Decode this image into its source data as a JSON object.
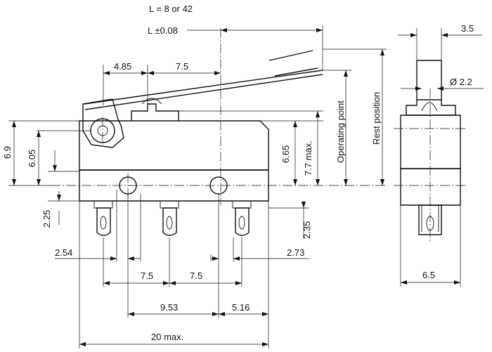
{
  "title_note": "L = 8 or 42",
  "labels": {
    "tolerance": "L ±0.08",
    "dim_3_5": "3.5",
    "dim_4_85": "4.85",
    "dim_7_5_top": "7.5",
    "dim_dia_2_2": "Ø 2.2",
    "dim_6_9": "6.9",
    "dim_6_05": "6.05",
    "dim_6_65": "6.65",
    "dim_7_7_max": "7.7 max.",
    "operating_point": "Operating point",
    "rest_position": "Rest position",
    "dim_2_25": "2.25",
    "dim_2_35": "2.35",
    "dim_2_54": "2.54",
    "dim_2_73": "2.73",
    "dim_7_5_left": "7.5",
    "dim_7_5_right": "7.5",
    "dim_9_53": "9.53",
    "dim_5_16": "5.16",
    "dim_20_max": "20 max.",
    "dim_6_5": "6.5"
  }
}
